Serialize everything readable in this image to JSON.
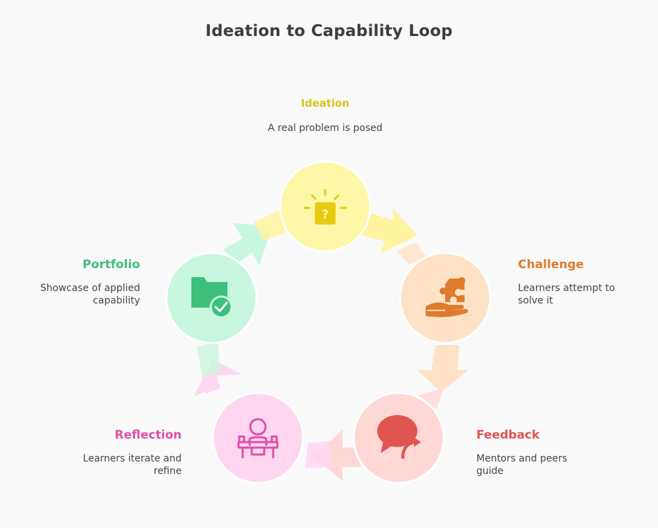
{
  "title": "Ideation to Capability Loop",
  "steps": [
    {
      "label": "Ideation",
      "description": "A real problem is posed",
      "color": "#d9c21a",
      "fill": "#fff7a8",
      "icon": "lightbulb-question-icon"
    },
    {
      "label": "Challenge",
      "description": "Learners attempt to solve it",
      "color": "#e07a2c",
      "fill": "#ffe2c6",
      "icon": "puzzle-hand-icon"
    },
    {
      "label": "Feedback",
      "description": "Mentors and peers guide",
      "color": "#e05550",
      "fill": "#ffd8d6",
      "icon": "speech-bubble-reply-icon"
    },
    {
      "label": "Reflection",
      "description": "Learners iterate and refine",
      "color": "#df4fa8",
      "fill": "#ffd6f0",
      "icon": "person-at-desk-icon"
    },
    {
      "label": "Portfolio",
      "description": "Showcase of applied capability",
      "color": "#3cc07b",
      "fill": "#c8f7e0",
      "icon": "folder-check-icon"
    }
  ]
}
